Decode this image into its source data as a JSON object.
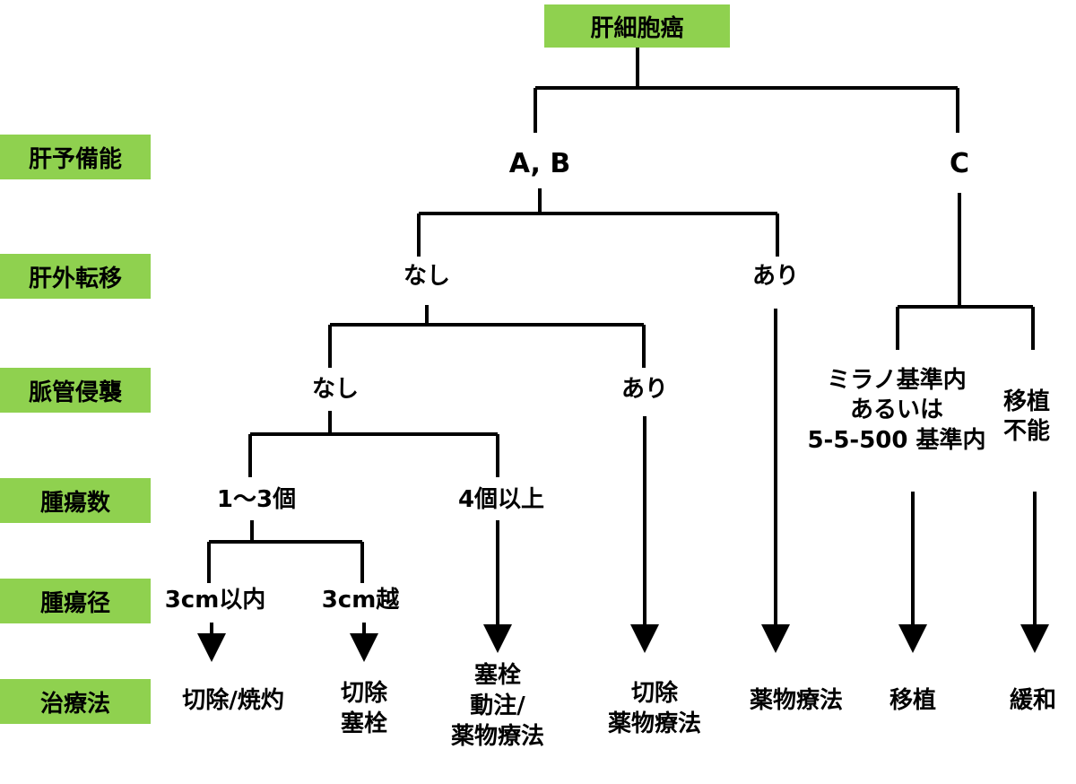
{
  "colors": {
    "label_fill": "#8fd14f",
    "line": "#000000",
    "text": "#000000"
  },
  "root": "肝細胞癌",
  "row_labels": [
    "肝予備能",
    "肝外転移",
    "脈管侵襲",
    "腫瘍数",
    "腫瘍径",
    "治療法"
  ],
  "nodes": {
    "reserve_ab": "A, B",
    "reserve_c": "C",
    "meta_none": "なし",
    "meta_yes": "あり",
    "vasc_none": "なし",
    "vasc_yes": "あり",
    "milan": [
      "ミラノ基準内",
      "あるいは",
      "5-5-500 基準内"
    ],
    "transplant_ng": [
      "移植",
      "不能"
    ],
    "count_1_3": "1～3個",
    "count_4plus": "4個以上",
    "size_small": "3cm以内",
    "size_large": "3cm越"
  },
  "treatments": {
    "t1": [
      "切除/焼灼"
    ],
    "t2": [
      "切除",
      "塞栓"
    ],
    "t3": [
      "塞栓",
      "動注/",
      "薬物療法"
    ],
    "t4": [
      "切除",
      "薬物療法"
    ],
    "t5": [
      "薬物療法"
    ],
    "t6": [
      "移植"
    ],
    "t7": [
      "緩和"
    ]
  }
}
